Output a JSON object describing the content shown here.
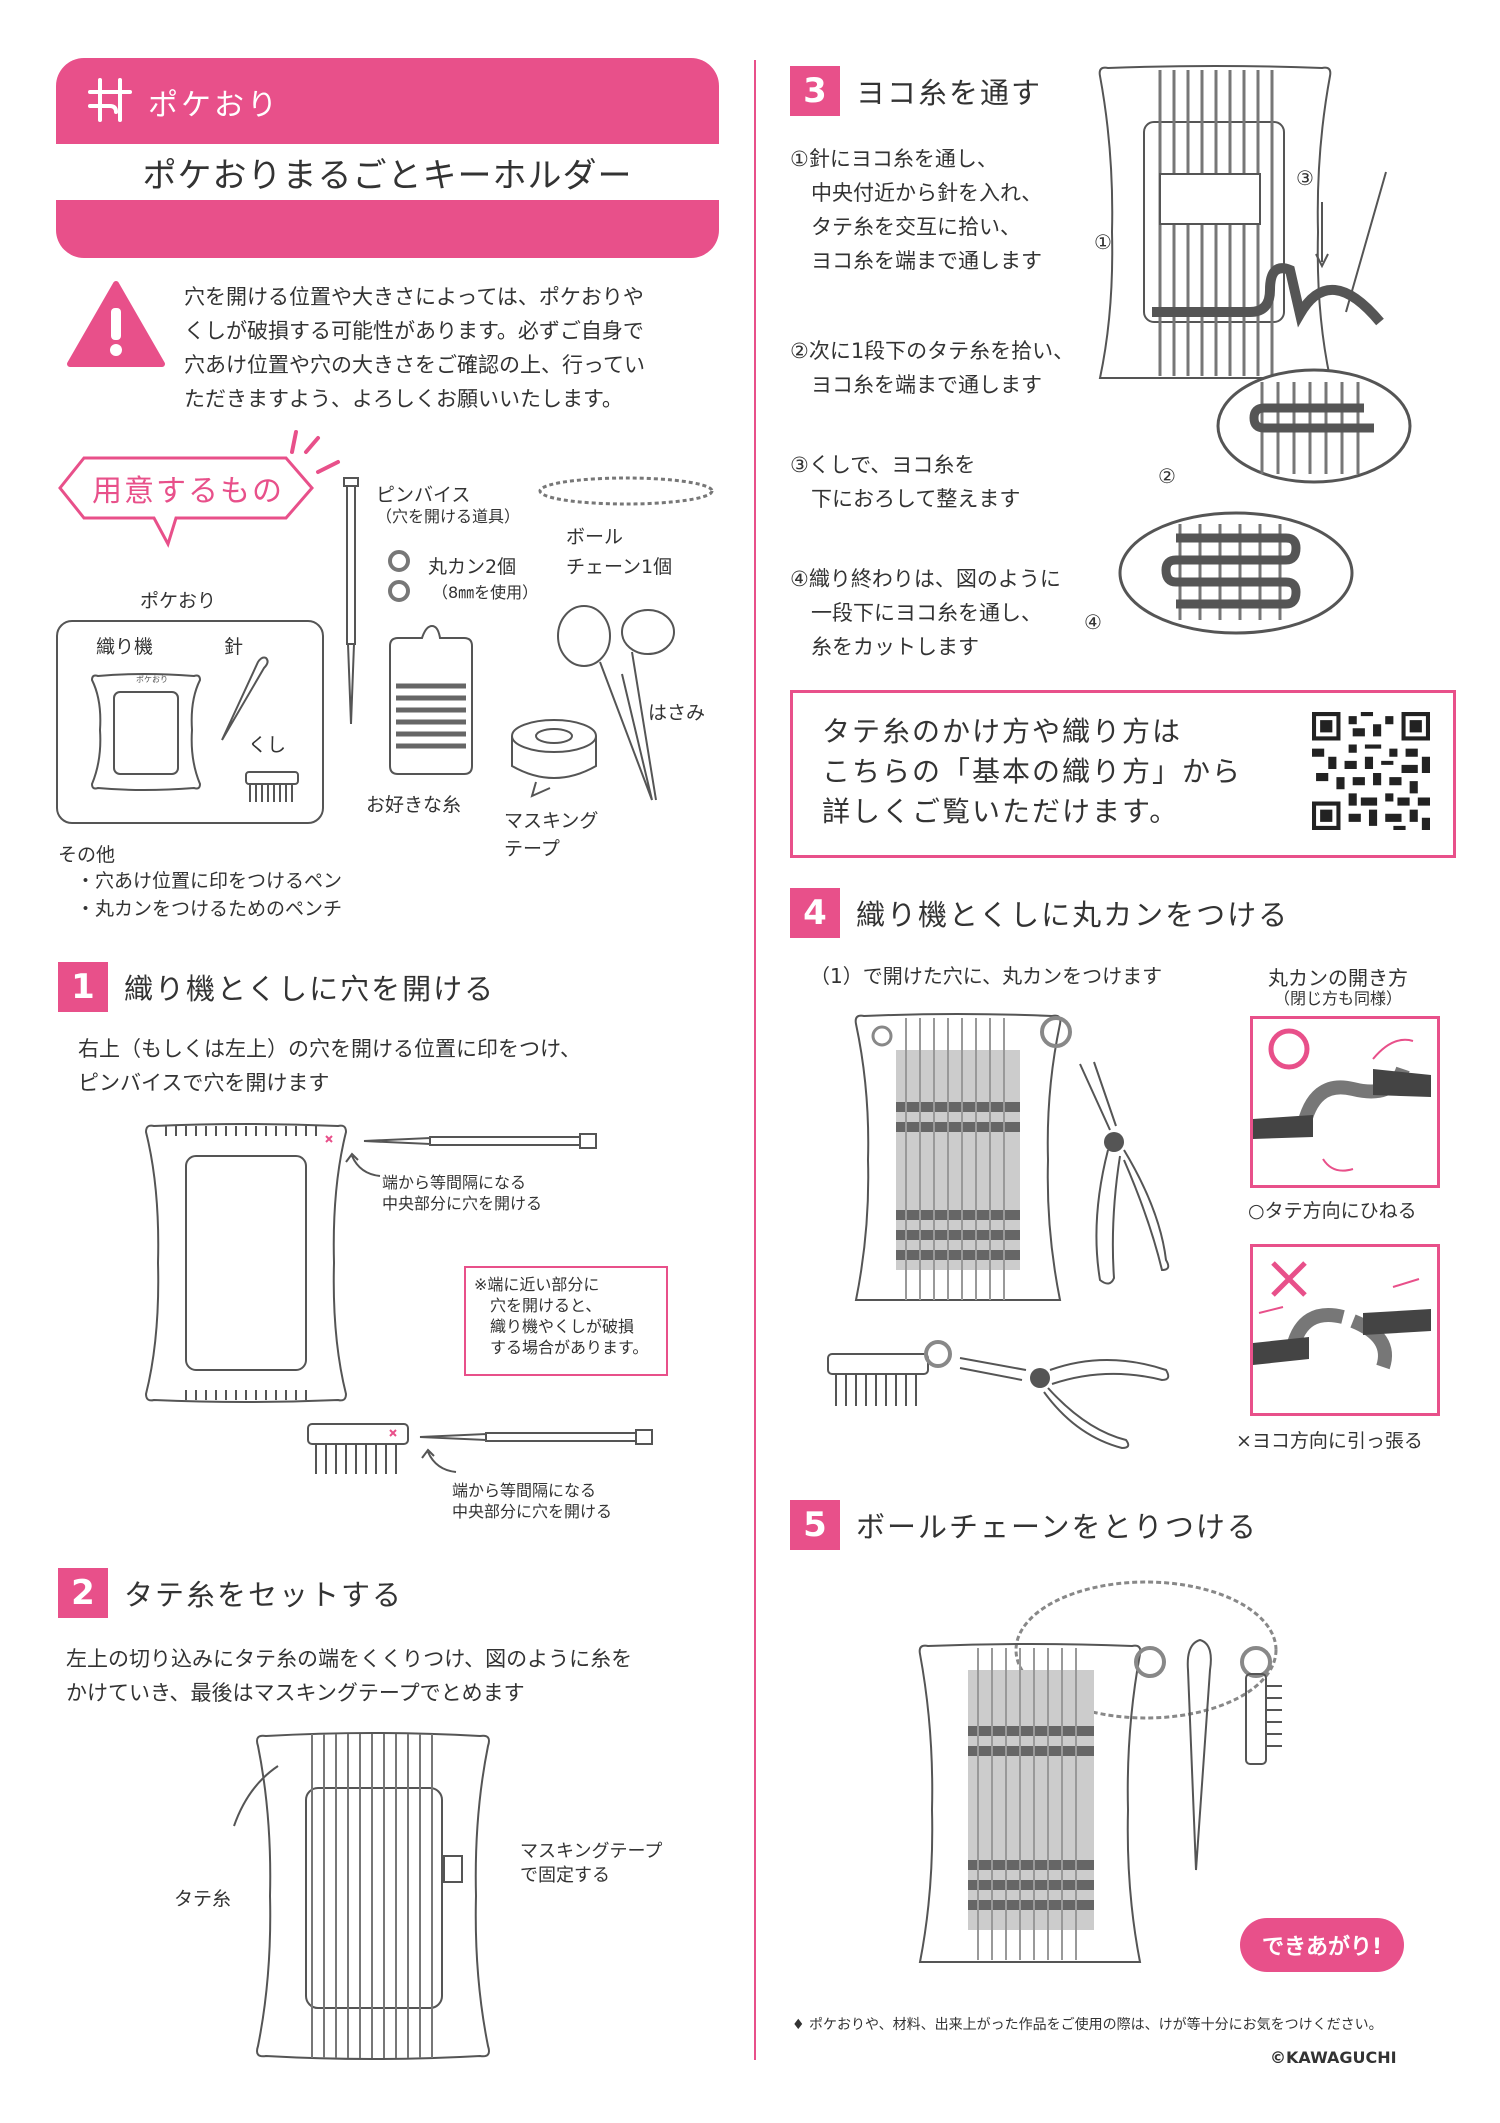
{
  "brand": {
    "name": "ポケおり",
    "title": "ポケおりまるごとキーホルダー"
  },
  "warning": {
    "lines": [
      "穴を開ける位置や大きさによっては、ポケおりや",
      "くしが破損する可能性があります。必ずご自身で",
      "穴あけ位置や穴の大きさをご確認の上、行ってい",
      "ただきますよう、よろしくお願いいたします。"
    ]
  },
  "materials": {
    "heading": "用意するもの",
    "pokeori_label": "ポケおり",
    "loom_label": "織り機",
    "needle_label": "針",
    "comb_label": "くし",
    "loom_brand": "ポケおり",
    "pinvise": "ピンバイス",
    "pinvise_note": "（穴を開ける道具）",
    "ring": "丸カン2個",
    "ring_note": "（8㎜を使用）",
    "chain1": "ボール",
    "chain2": "チェーン1個",
    "thread": "お好きな糸",
    "scissors": "はさみ",
    "tape1": "マスキング",
    "tape2": "テープ",
    "other_title": "その他",
    "other_items": [
      "・穴あけ位置に印をつけるペン",
      "・丸カンをつけるためのペンチ"
    ]
  },
  "step1": {
    "num": "1",
    "title": "織り機とくしに穴を開ける",
    "lines": [
      "右上（もしくは左上）の穴を開ける位置に印をつけ、",
      "ピンバイスで穴を開けます"
    ],
    "callout1": [
      "端から等間隔になる",
      "中央部分に穴を開ける"
    ],
    "note": [
      "※端に近い部分に",
      "　穴を開けると、",
      "　織り機やくしが破損",
      "　する場合があります。"
    ],
    "callout2": [
      "端から等間隔になる",
      "中央部分に穴を開ける"
    ]
  },
  "step2": {
    "num": "2",
    "title": "タテ糸をセットする",
    "lines": [
      "左上の切り込みにタテ糸の端をくくりつけ、図のように糸を",
      "かけていき、最後はマスキングテープでとめます"
    ],
    "warp_label": "タテ糸",
    "tape_label": [
      "マスキングテープ",
      "で固定する"
    ]
  },
  "step3": {
    "num": "3",
    "title": "ヨコ糸を通す",
    "s1": [
      "①針にヨコ糸を通し、",
      "　中央付近から針を入れ、",
      "　タテ糸を交互に拾い、",
      "　ヨコ糸を端まで通します"
    ],
    "s2": [
      "②次に1段下のタテ糸を拾い、",
      "　ヨコ糸を端まで通します"
    ],
    "s3": [
      "③くしで、ヨコ糸を",
      "　下におろして整えます"
    ],
    "s4": [
      "④織り終わりは、図のように",
      "　一段下にヨコ糸を通し、",
      "　糸をカットします"
    ],
    "marks": [
      "①",
      "②",
      "③",
      "④"
    ]
  },
  "info": {
    "lines": [
      "タテ糸のかけ方や織り方は",
      "こちらの「基本の織り方」から",
      "詳しくご覧いただけます。"
    ]
  },
  "step4": {
    "num": "4",
    "title": "織り機とくしに丸カンをつける",
    "line": "（1）で開けた穴に、丸カンをつけます",
    "how_title": "丸カンの開き方",
    "how_note": "（閉じ方も同様）",
    "ok": "○タテ方向にひねる",
    "ng": "×ヨコ方向に引っ張る"
  },
  "step5": {
    "num": "5",
    "title": "ボールチェーンをとりつける",
    "done": "できあがり!"
  },
  "footer": {
    "caution": "♦ ポケおりや、材料、出来上がった作品をご使用の際は、けが等十分にお気をつけください。",
    "copyright": "©KAWAGUCHI"
  },
  "colors": {
    "accent": "#e8508a",
    "text": "#333333",
    "line": "#555555"
  }
}
